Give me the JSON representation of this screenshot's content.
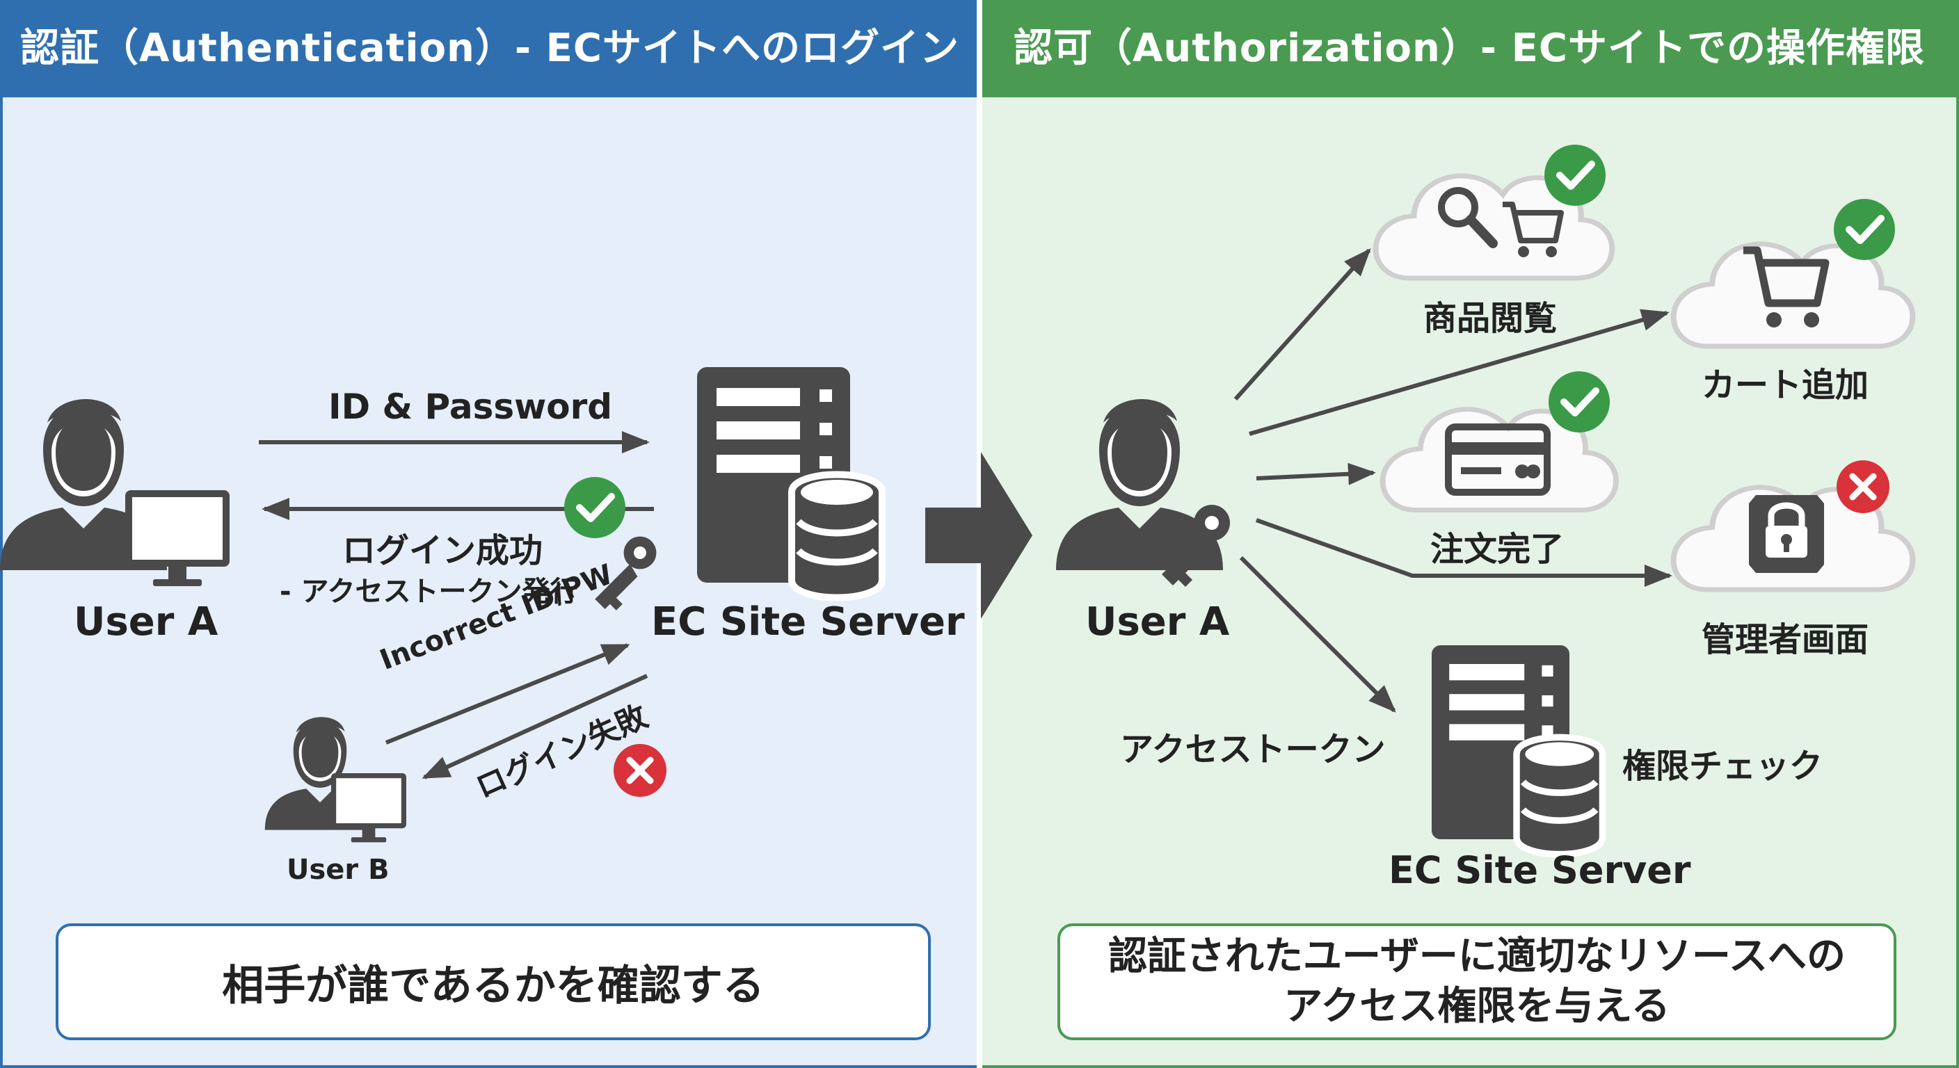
{
  "left": {
    "title": "認証（Authentication）- ECサイトへのログイン",
    "id_password": "ID & Password",
    "login_success": "ログイン成功",
    "token_issue": "- アクセストークン発行",
    "user_a": "User A",
    "server": "EC Site Server",
    "incorrect": "Incorrect ID/PW",
    "login_fail": "ログイン失敗",
    "user_b": "User B",
    "summary": "相手が誰であるかを確認する"
  },
  "right": {
    "title": "認可（Authorization）- ECサイトでの操作権限",
    "user_a": "User A",
    "browse": "商品閲覧",
    "cart": "カート追加",
    "order": "注文完了",
    "admin": "管理者画面",
    "token": "アクセストークン",
    "check": "権限チェック",
    "server": "EC Site Server",
    "summary_line1": "認証されたユーザーに適切なリソースへの",
    "summary_line2": "アクセス権限を与える"
  },
  "colors": {
    "blue": "#2f6fb0",
    "green": "#4a9a52",
    "ok": "#3a9a48",
    "ng": "#d9323a",
    "icon": "#4a4a4a"
  },
  "icons": [
    "user-icon",
    "computer-icon",
    "server-icon",
    "database-icon",
    "key-icon",
    "check-icon",
    "cross-icon",
    "cloud-icon",
    "search-icon",
    "cart-icon",
    "credit-card-icon",
    "lock-icon",
    "big-arrow-icon"
  ]
}
